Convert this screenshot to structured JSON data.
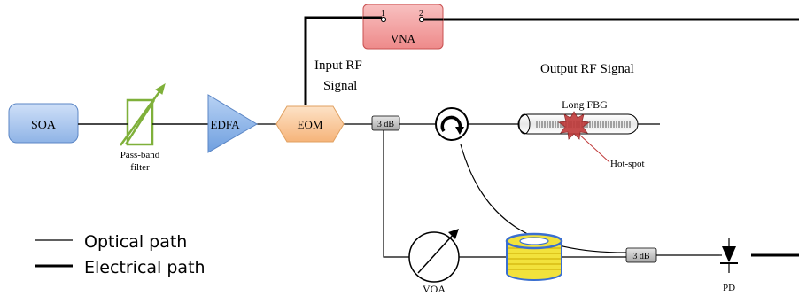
{
  "diagram": {
    "components": {
      "soa": "SOA",
      "filter_line1": "Pass-band",
      "filter_line2": "filter",
      "edfa": "EDFA",
      "eom": "EOM",
      "vna": "VNA",
      "vna_port1": "1",
      "vna_port2": "2",
      "coupler1": "3 dB",
      "coupler2": "3 dB",
      "fbg": "Long FBG",
      "hotspot": "Hot-spot",
      "voa": "VOA",
      "pd": "PD"
    },
    "signals": {
      "input_rf_line1": "Input RF",
      "input_rf_line2": "Signal",
      "output_rf": "Output RF Signal"
    },
    "legend": {
      "optical": "Optical path",
      "electrical": "Electrical path"
    },
    "colors": {
      "soa_fill": "#a9c8f0",
      "soa_stroke": "#5b86c5",
      "filter": "#7fb03a",
      "edfa_fill": "#8ab4e8",
      "eom_fill": "#f8c9a0",
      "eom_stroke": "#e0a060",
      "vna_fill": "#f4a0a0",
      "vna_stroke": "#c85050",
      "coupler_fill": "#c8c8c8",
      "spool_yellow": "#f2e23c",
      "spool_blue": "#3a6fd0",
      "hotspot": "#c03a3a"
    }
  }
}
